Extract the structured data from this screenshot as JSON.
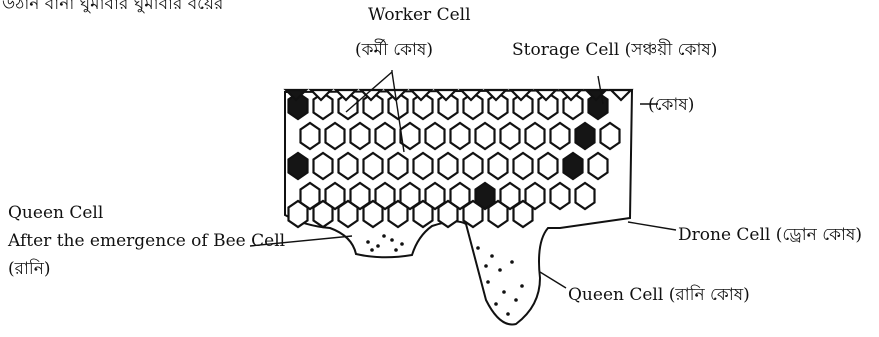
{
  "top_cut_text": "উঠান বানা ঘুমাবার ঘুমাবার বয়ের",
  "labels": {
    "worker_cell_en": "Worker Cell",
    "worker_cell_bn": "(কর্মী কোষ)",
    "storage_cell": "Storage Cell (সঞ্চয়ী কোষ)",
    "cell_bn": "(কোষ)",
    "queen_cell_left_line1": "Queen Cell",
    "queen_cell_left_line2": "After the emergence of Bee Cell",
    "queen_cell_left_line3": "(রানি)",
    "drone_cell": "Drone Cell (ড্রোন কোষ)",
    "queen_cell_right": "Queen Cell (রানি কোষ)"
  }
}
